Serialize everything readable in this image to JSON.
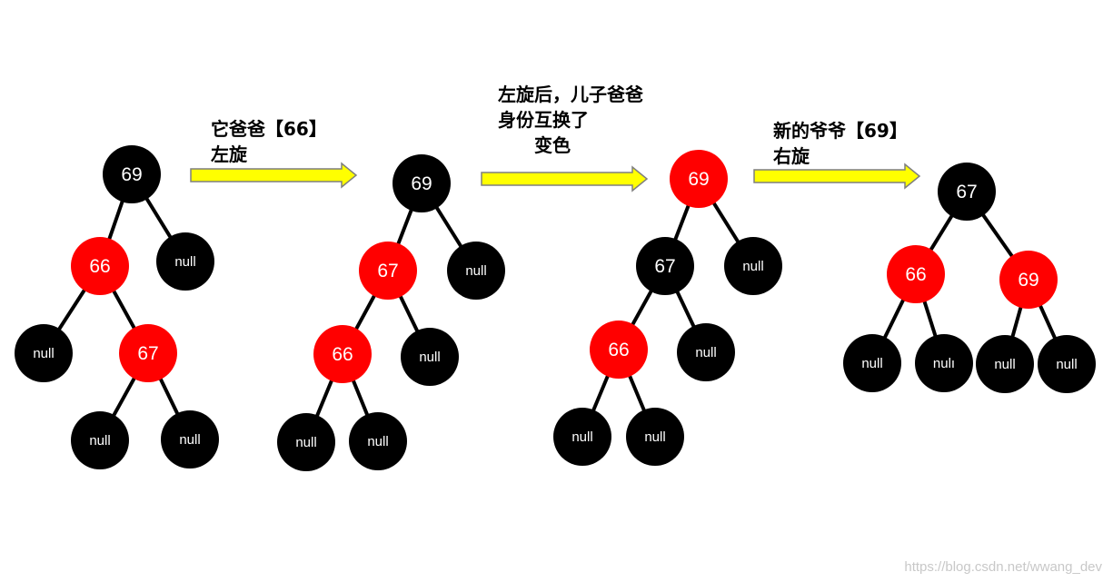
{
  "colors": {
    "red": "#ff0000",
    "black": "#000000",
    "arrow_fill": "#ffff00",
    "arrow_stroke": "#7f7f7f",
    "text_on_node": "#ffffff"
  },
  "arrows": [
    {
      "label_lines": [
        "它爸爸【66】",
        "左旋"
      ]
    },
    {
      "label_lines": [
        "左旋后，儿子爸爸",
        "身份互换了",
        "变色"
      ]
    },
    {
      "label_lines": [
        "新的爷爷【69】",
        "右旋"
      ]
    }
  ],
  "trees": [
    {
      "nodes": [
        {
          "id": "n69",
          "label": "69",
          "color": "black"
        },
        {
          "id": "n66",
          "label": "66",
          "color": "red"
        },
        {
          "id": "nA",
          "label": "null",
          "color": "black"
        },
        {
          "id": "nB",
          "label": "null",
          "color": "black"
        },
        {
          "id": "n67",
          "label": "67",
          "color": "red"
        },
        {
          "id": "nC",
          "label": "null",
          "color": "black"
        },
        {
          "id": "nD",
          "label": "null",
          "color": "black"
        }
      ],
      "edges": [
        [
          "n69",
          "n66"
        ],
        [
          "n69",
          "nA"
        ],
        [
          "n66",
          "nB"
        ],
        [
          "n66",
          "n67"
        ],
        [
          "n67",
          "nC"
        ],
        [
          "n67",
          "nD"
        ]
      ]
    },
    {
      "nodes": [
        {
          "id": "n69",
          "label": "69",
          "color": "black"
        },
        {
          "id": "n67",
          "label": "67",
          "color": "red"
        },
        {
          "id": "nA",
          "label": "null",
          "color": "black"
        },
        {
          "id": "n66",
          "label": "66",
          "color": "red"
        },
        {
          "id": "nB",
          "label": "null",
          "color": "black"
        },
        {
          "id": "nC",
          "label": "null",
          "color": "black"
        },
        {
          "id": "nD",
          "label": "null",
          "color": "black"
        }
      ],
      "edges": [
        [
          "n69",
          "n67"
        ],
        [
          "n69",
          "nA"
        ],
        [
          "n67",
          "n66"
        ],
        [
          "n67",
          "nB"
        ],
        [
          "n66",
          "nC"
        ],
        [
          "n66",
          "nD"
        ]
      ]
    },
    {
      "nodes": [
        {
          "id": "n69",
          "label": "69",
          "color": "red"
        },
        {
          "id": "n67",
          "label": "67",
          "color": "black"
        },
        {
          "id": "nA",
          "label": "null",
          "color": "black"
        },
        {
          "id": "n66",
          "label": "66",
          "color": "red"
        },
        {
          "id": "nB",
          "label": "null",
          "color": "black"
        },
        {
          "id": "nC",
          "label": "null",
          "color": "black"
        },
        {
          "id": "nD",
          "label": "null",
          "color": "black"
        }
      ],
      "edges": [
        [
          "n69",
          "n67"
        ],
        [
          "n69",
          "nA"
        ],
        [
          "n67",
          "n66"
        ],
        [
          "n67",
          "nB"
        ],
        [
          "n66",
          "nC"
        ],
        [
          "n66",
          "nD"
        ]
      ]
    },
    {
      "nodes": [
        {
          "id": "n67",
          "label": "67",
          "color": "black"
        },
        {
          "id": "n66",
          "label": "66",
          "color": "red"
        },
        {
          "id": "n69",
          "label": "69",
          "color": "red"
        },
        {
          "id": "nA",
          "label": "null",
          "color": "black"
        },
        {
          "id": "nB",
          "label": "nulı",
          "color": "black"
        },
        {
          "id": "nC",
          "label": "null",
          "color": "black"
        },
        {
          "id": "nD",
          "label": "null",
          "color": "black"
        }
      ],
      "edges": [
        [
          "n67",
          "n66"
        ],
        [
          "n67",
          "n69"
        ],
        [
          "n66",
          "nA"
        ],
        [
          "n66",
          "nB"
        ],
        [
          "n69",
          "nC"
        ],
        [
          "n69",
          "nD"
        ]
      ]
    }
  ],
  "watermark": "https://blog.csdn.net/wwang_dev"
}
